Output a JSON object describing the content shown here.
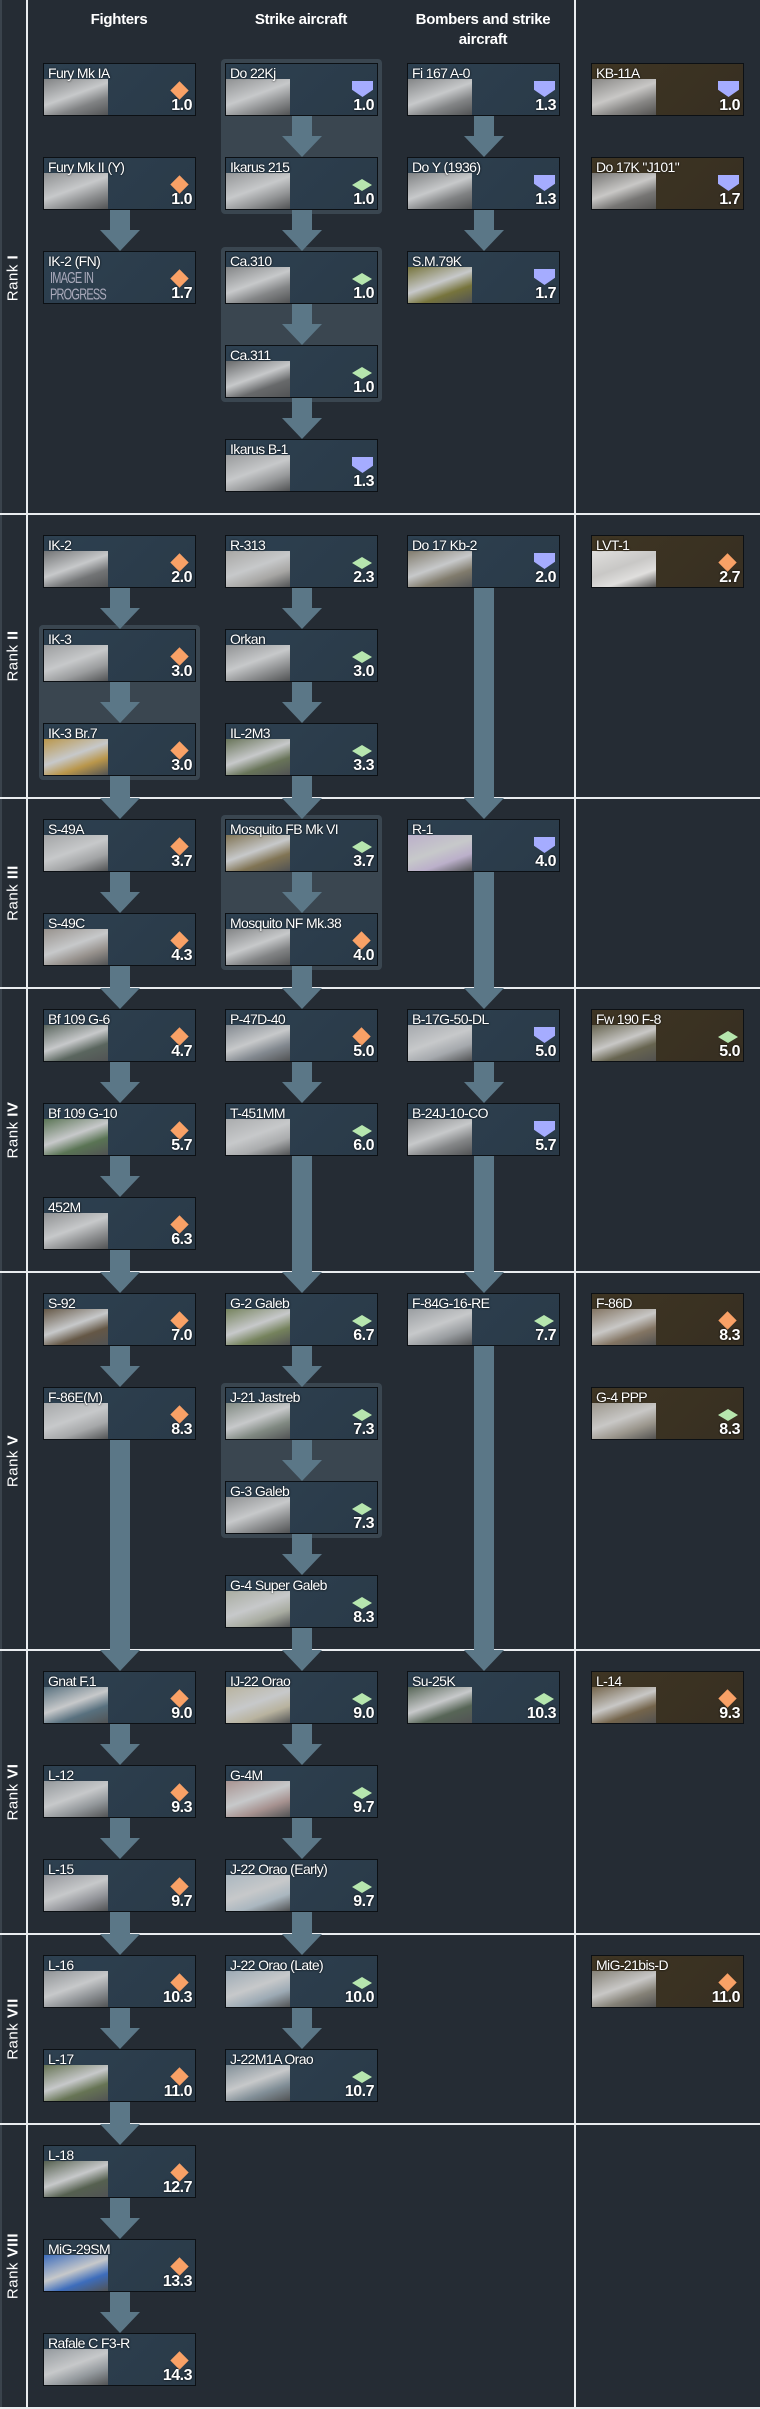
{
  "columns": [
    "Fighters",
    "Strike aircraft",
    "Bombers and strike aircraft"
  ],
  "ranks": [
    {
      "prefix": "Rank",
      "numeral": "I",
      "rows": 5
    },
    {
      "prefix": "Rank",
      "numeral": "II",
      "rows": 3
    },
    {
      "prefix": "Rank",
      "numeral": "III",
      "rows": 2
    },
    {
      "prefix": "Rank",
      "numeral": "IV",
      "rows": 3
    },
    {
      "prefix": "Rank",
      "numeral": "V",
      "rows": 4
    },
    {
      "prefix": "Rank",
      "numeral": "VI",
      "rows": 3
    },
    {
      "prefix": "Rank",
      "numeral": "VII",
      "rows": 2
    },
    {
      "prefix": "Rank",
      "numeral": "VIII",
      "rows": 3
    }
  ],
  "colors": {
    "fighter": "#f9a166",
    "attacker": "#b6e6ae",
    "bomber": "#a5acff",
    "arrow": "#5b7787"
  },
  "image_placeholder": "IMAGE IN PROGRESS",
  "vehicles": [
    {
      "name": "Fury Mk IA",
      "br": "1.0",
      "type": "fighter",
      "rank": 0,
      "row": 0,
      "col": 0,
      "thumb": "#8a8a8a"
    },
    {
      "name": "Do 22Kj",
      "br": "1.0",
      "type": "bomber",
      "rank": 0,
      "row": 0,
      "col": 1,
      "thumb": "#9a9a9a"
    },
    {
      "name": "Fi 167 A-0",
      "br": "1.3",
      "type": "bomber",
      "rank": 0,
      "row": 0,
      "col": 2,
      "thumb": "#8d8d8d"
    },
    {
      "name": "KB-11A",
      "br": "1.0",
      "type": "bomber",
      "rank": 0,
      "row": 0,
      "col": 3,
      "thumb": "#909090"
    },
    {
      "name": "Fury Mk II (Y)",
      "br": "1.0",
      "type": "fighter",
      "rank": 0,
      "row": 1,
      "col": 0,
      "thumb": "#999999"
    },
    {
      "name": "Ikarus 215",
      "br": "1.0",
      "type": "attacker",
      "rank": 0,
      "row": 1,
      "col": 1,
      "thumb": "#a0a0a0"
    },
    {
      "name": "Do Y (1936)",
      "br": "1.3",
      "type": "bomber",
      "rank": 0,
      "row": 1,
      "col": 2,
      "thumb": "#8a8a8a"
    },
    {
      "name": "Do 17K \"J101\"",
      "br": "1.7",
      "type": "bomber",
      "rank": 0,
      "row": 1,
      "col": 3,
      "thumb": "#7d7d7d"
    },
    {
      "name": "IK-2 (FN)",
      "br": "1.7",
      "type": "fighter",
      "rank": 0,
      "row": 2,
      "col": 0,
      "thumb": "",
      "wip": true
    },
    {
      "name": "Ca.310",
      "br": "1.0",
      "type": "attacker",
      "rank": 0,
      "row": 2,
      "col": 1,
      "thumb": "#8e8e8e"
    },
    {
      "name": "S.M.79K",
      "br": "1.7",
      "type": "bomber",
      "rank": 0,
      "row": 2,
      "col": 2,
      "thumb": "#7f7a3a"
    },
    {
      "name": "Ca.311",
      "br": "1.0",
      "type": "attacker",
      "rank": 0,
      "row": 3,
      "col": 1,
      "thumb": "#6e6e6e"
    },
    {
      "name": "Ikarus B-1",
      "br": "1.3",
      "type": "bomber",
      "rank": 0,
      "row": 4,
      "col": 1,
      "thumb": "#a5a5a5"
    },
    {
      "name": "IK-2",
      "br": "2.0",
      "type": "fighter",
      "rank": 1,
      "row": 0,
      "col": 0,
      "thumb": "#7a7a7a"
    },
    {
      "name": "R-313",
      "br": "2.3",
      "type": "attacker",
      "rank": 1,
      "row": 0,
      "col": 1,
      "thumb": "#b5b2ae"
    },
    {
      "name": "Do 17 Kb-2",
      "br": "2.0",
      "type": "bomber",
      "rank": 1,
      "row": 0,
      "col": 2,
      "thumb": "#8a8270"
    },
    {
      "name": "LVT-1",
      "br": "2.7",
      "type": "fighter",
      "rank": 1,
      "row": 0,
      "col": 3,
      "thumb": "#f2f2f2"
    },
    {
      "name": "IK-3",
      "br": "3.0",
      "type": "fighter",
      "rank": 1,
      "row": 1,
      "col": 0,
      "thumb": "#a8a8a8"
    },
    {
      "name": "Orkan",
      "br": "3.0",
      "type": "attacker",
      "rank": 1,
      "row": 1,
      "col": 1,
      "thumb": "#9c9c9c"
    },
    {
      "name": "IK-3 Br.7",
      "br": "3.0",
      "type": "fighter",
      "rank": 1,
      "row": 2,
      "col": 0,
      "thumb": "#c9a04a"
    },
    {
      "name": "IL-2M3",
      "br": "3.3",
      "type": "attacker",
      "rank": 1,
      "row": 2,
      "col": 1,
      "thumb": "#6f7a5a"
    },
    {
      "name": "S-49A",
      "br": "3.7",
      "type": "fighter",
      "rank": 2,
      "row": 0,
      "col": 0,
      "thumb": "#b0b0b0"
    },
    {
      "name": "Mosquito FB Mk VI",
      "br": "3.7",
      "type": "attacker",
      "rank": 2,
      "row": 0,
      "col": 1,
      "thumb": "#8a7a55"
    },
    {
      "name": "R-1",
      "br": "4.0",
      "type": "bomber",
      "rank": 2,
      "row": 0,
      "col": 2,
      "thumb": "#cbbcd8"
    },
    {
      "name": "S-49C",
      "br": "4.3",
      "type": "fighter",
      "rank": 2,
      "row": 1,
      "col": 0,
      "thumb": "#a39b94"
    },
    {
      "name": "Mosquito NF Mk.38",
      "br": "4.0",
      "type": "fighter",
      "rank": 2,
      "row": 1,
      "col": 1,
      "thumb": "#8c8c8c"
    },
    {
      "name": "Bf 109 G-6",
      "br": "4.7",
      "type": "fighter",
      "rank": 3,
      "row": 0,
      "col": 0,
      "thumb": "#5f6a60"
    },
    {
      "name": "P-47D-40",
      "br": "5.0",
      "type": "fighter",
      "rank": 3,
      "row": 0,
      "col": 1,
      "thumb": "#8d9298"
    },
    {
      "name": "B-17G-50-DL",
      "br": "5.0",
      "type": "bomber",
      "rank": 3,
      "row": 0,
      "col": 2,
      "thumb": "#b3b5b8"
    },
    {
      "name": "Fw 190 F-8",
      "br": "5.0",
      "type": "attacker",
      "rank": 3,
      "row": 0,
      "col": 3,
      "thumb": "#6c6a55"
    },
    {
      "name": "Bf 109 G-10",
      "br": "5.7",
      "type": "fighter",
      "rank": 3,
      "row": 1,
      "col": 0,
      "thumb": "#5f7a55"
    },
    {
      "name": "T-451MM",
      "br": "6.0",
      "type": "attacker",
      "rank": 3,
      "row": 1,
      "col": 1,
      "thumb": "#b8b8b8"
    },
    {
      "name": "B-24J-10-CO",
      "br": "5.7",
      "type": "bomber",
      "rank": 3,
      "row": 1,
      "col": 2,
      "thumb": "#8f8f8f"
    },
    {
      "name": "452M",
      "br": "6.3",
      "type": "fighter",
      "rank": 3,
      "row": 2,
      "col": 0,
      "thumb": "#9a9a9a"
    },
    {
      "name": "S-92",
      "br": "7.0",
      "type": "fighter",
      "rank": 4,
      "row": 0,
      "col": 0,
      "thumb": "#6b5a45"
    },
    {
      "name": "G-2 Galeb",
      "br": "6.7",
      "type": "attacker",
      "rank": 4,
      "row": 0,
      "col": 1,
      "thumb": "#7d8a5e"
    },
    {
      "name": "F-84G-16-RE",
      "br": "7.7",
      "type": "attacker",
      "rank": 4,
      "row": 0,
      "col": 2,
      "thumb": "#a6a8aa"
    },
    {
      "name": "F-86D",
      "br": "8.3",
      "type": "fighter",
      "rank": 4,
      "row": 0,
      "col": 3,
      "thumb": "#8b7c6a"
    },
    {
      "name": "F-86E(M)",
      "br": "8.3",
      "type": "fighter",
      "rank": 4,
      "row": 1,
      "col": 0,
      "thumb": "#b4b4b4"
    },
    {
      "name": "J-21 Jastreb",
      "br": "7.3",
      "type": "attacker",
      "rank": 4,
      "row": 1,
      "col": 1,
      "thumb": "#8a9288"
    },
    {
      "name": "G-4 PPP",
      "br": "8.3",
      "type": "attacker",
      "rank": 4,
      "row": 1,
      "col": 3,
      "thumb": "#a6a299"
    },
    {
      "name": "G-3 Galeb",
      "br": "7.3",
      "type": "attacker",
      "rank": 4,
      "row": 2,
      "col": 1,
      "thumb": "#9a9a9a"
    },
    {
      "name": "G-4 Super Galeb",
      "br": "8.3",
      "type": "attacker",
      "rank": 4,
      "row": 3,
      "col": 1,
      "thumb": "#b6b8aa"
    },
    {
      "name": "Gnat F.1",
      "br": "9.0",
      "type": "fighter",
      "rank": 5,
      "row": 0,
      "col": 0,
      "thumb": "#5d7684"
    },
    {
      "name": "IJ-22 Orao",
      "br": "9.0",
      "type": "attacker",
      "rank": 5,
      "row": 0,
      "col": 1,
      "thumb": "#c8c0a8"
    },
    {
      "name": "Su-25K",
      "br": "10.3",
      "type": "attacker",
      "rank": 5,
      "row": 0,
      "col": 2,
      "thumb": "#5c6a58"
    },
    {
      "name": "L-14",
      "br": "9.3",
      "type": "fighter",
      "rank": 5,
      "row": 0,
      "col": 3,
      "thumb": "#7a6a50"
    },
    {
      "name": "L-12",
      "br": "9.3",
      "type": "fighter",
      "rank": 5,
      "row": 1,
      "col": 0,
      "thumb": "#9fa2a4"
    },
    {
      "name": "G-4M",
      "br": "9.7",
      "type": "attacker",
      "rank": 5,
      "row": 1,
      "col": 1,
      "thumb": "#b59c98"
    },
    {
      "name": "L-15",
      "br": "9.7",
      "type": "fighter",
      "rank": 5,
      "row": 2,
      "col": 0,
      "thumb": "#a0a0a4"
    },
    {
      "name": "J-22 Orao (Early)",
      "br": "9.7",
      "type": "attacker",
      "rank": 5,
      "row": 2,
      "col": 1,
      "thumb": "#b8c4cc"
    },
    {
      "name": "L-16",
      "br": "10.3",
      "type": "fighter",
      "rank": 6,
      "row": 0,
      "col": 0,
      "thumb": "#9a9c9e"
    },
    {
      "name": "J-22 Orao (Late)",
      "br": "10.0",
      "type": "attacker",
      "rank": 6,
      "row": 0,
      "col": 1,
      "thumb": "#a9b6c0"
    },
    {
      "name": "MiG-21bis-D",
      "br": "11.0",
      "type": "fighter",
      "rank": 6,
      "row": 0,
      "col": 3,
      "thumb": "#8d8a80"
    },
    {
      "name": "L-17",
      "br": "11.0",
      "type": "fighter",
      "rank": 6,
      "row": 1,
      "col": 0,
      "thumb": "#6d7a55"
    },
    {
      "name": "J-22M1A Orao",
      "br": "10.7",
      "type": "attacker",
      "rank": 6,
      "row": 1,
      "col": 1,
      "thumb": "#8b98a0"
    },
    {
      "name": "L-18",
      "br": "12.7",
      "type": "fighter",
      "rank": 7,
      "row": 0,
      "col": 0,
      "thumb": "#5a6450"
    },
    {
      "name": "MiG-29SM",
      "br": "13.3",
      "type": "fighter",
      "rank": 7,
      "row": 1,
      "col": 0,
      "thumb": "#3f72c8"
    },
    {
      "name": "Rafale C F3-R",
      "br": "14.3",
      "type": "fighter",
      "rank": 7,
      "row": 2,
      "col": 0,
      "thumb": "#9fa3a6"
    }
  ],
  "groups": [
    [
      "Do 22Kj",
      "Ikarus 215"
    ],
    [
      "Ca.310",
      "Ca.311"
    ],
    [
      "IK-3",
      "IK-3 Br.7"
    ],
    [
      "Mosquito FB Mk VI",
      "Mosquito NF Mk.38"
    ],
    [
      "J-21 Jastreb",
      "G-3 Galeb"
    ]
  ],
  "arrows": [
    [
      "Fury Mk II (Y)",
      "IK-2 (FN)"
    ],
    [
      "Do 22Kj",
      "Ikarus 215"
    ],
    [
      "Ikarus 215",
      "Ca.310"
    ],
    [
      "Ca.310",
      "Ca.311"
    ],
    [
      "Ca.311",
      "Ikarus B-1"
    ],
    [
      "Fi 167 A-0",
      "Do Y (1936)"
    ],
    [
      "Do Y (1936)",
      "S.M.79K"
    ],
    [
      "IK-2",
      "IK-3"
    ],
    [
      "IK-3",
      "IK-3 Br.7"
    ],
    [
      "R-313",
      "Orkan"
    ],
    [
      "Orkan",
      "IL-2M3"
    ],
    [
      "Do 17 Kb-2",
      "R-1"
    ],
    [
      "IK-3 Br.7",
      "S-49A"
    ],
    [
      "IL-2M3",
      "Mosquito FB Mk VI"
    ],
    [
      "S-49A",
      "S-49C"
    ],
    [
      "Mosquito FB Mk VI",
      "Mosquito NF Mk.38"
    ],
    [
      "S-49C",
      "Bf 109 G-6"
    ],
    [
      "Mosquito NF Mk.38",
      "P-47D-40"
    ],
    [
      "R-1",
      "B-17G-50-DL"
    ],
    [
      "Bf 109 G-6",
      "Bf 109 G-10"
    ],
    [
      "P-47D-40",
      "T-451MM"
    ],
    [
      "B-17G-50-DL",
      "B-24J-10-CO"
    ],
    [
      "Bf 109 G-10",
      "452M"
    ],
    [
      "452M",
      "S-92"
    ],
    [
      "T-451MM",
      "G-2 Galeb"
    ],
    [
      "B-24J-10-CO",
      "F-84G-16-RE"
    ],
    [
      "S-92",
      "F-86E(M)"
    ],
    [
      "G-2 Galeb",
      "J-21 Jastreb"
    ],
    [
      "J-21 Jastreb",
      "G-3 Galeb"
    ],
    [
      "G-3 Galeb",
      "G-4 Super Galeb"
    ],
    [
      "F-86E(M)",
      "Gnat F.1"
    ],
    [
      "G-4 Super Galeb",
      "IJ-22 Orao"
    ],
    [
      "F-84G-16-RE",
      "Su-25K"
    ],
    [
      "Gnat F.1",
      "L-12"
    ],
    [
      "L-12",
      "L-15"
    ],
    [
      "IJ-22 Orao",
      "G-4M"
    ],
    [
      "G-4M",
      "J-22 Orao (Early)"
    ],
    [
      "L-15",
      "L-16"
    ],
    [
      "J-22 Orao (Early)",
      "J-22 Orao (Late)"
    ],
    [
      "L-16",
      "L-17"
    ],
    [
      "J-22 Orao (Late)",
      "J-22M1A Orao"
    ],
    [
      "L-17",
      "L-18"
    ],
    [
      "L-18",
      "MiG-29SM"
    ],
    [
      "MiG-29SM",
      "Rafale C F3-R"
    ]
  ]
}
